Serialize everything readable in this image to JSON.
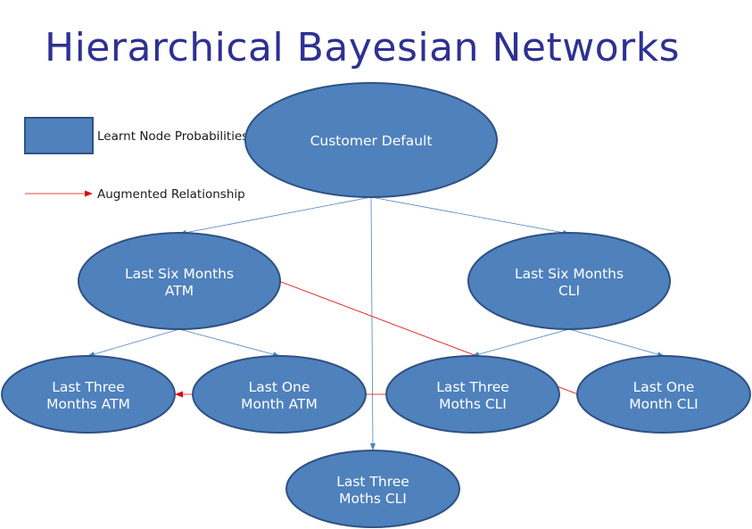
{
  "title": "Hierarchical Bayesian Networks",
  "legend": {
    "node_label": "Learnt Node Probabilities",
    "relation_label": "Augmented Relationship"
  },
  "nodes": {
    "customer_default": [
      "Customer Default"
    ],
    "six_atm": [
      "Last Six Months",
      "ATM"
    ],
    "six_cli": [
      "Last Six Months",
      "CLI"
    ],
    "three_atm": [
      "Last Three",
      "Months ATM"
    ],
    "one_atm": [
      "Last One",
      "Month ATM"
    ],
    "three_cli": [
      "Last Three",
      "Moths CLI"
    ],
    "one_cli": [
      "Last One",
      "Month CLI"
    ],
    "three_cli_bottom": [
      "Last Three",
      "Moths CLI"
    ]
  },
  "colors": {
    "title": "#2e3192",
    "node_fill": "#4f81bd",
    "node_stroke": "#2f5182",
    "edge": "#4f81bd",
    "augmented_edge": "#e00000"
  }
}
